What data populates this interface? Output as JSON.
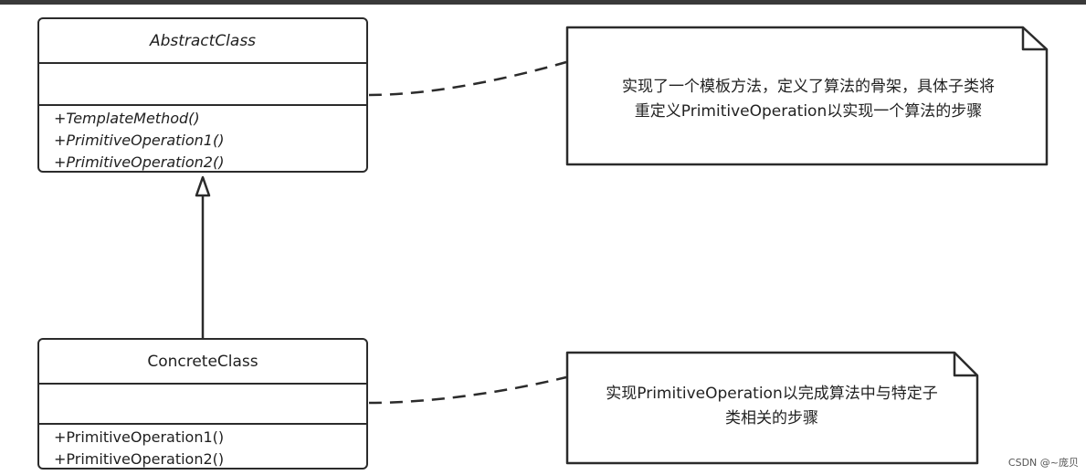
{
  "abstract_class": {
    "name": "AbstractClass",
    "operations": [
      "+TemplateMethod()",
      "+PrimitiveOperation1()",
      "+PrimitiveOperation2()"
    ]
  },
  "concrete_class": {
    "name": "ConcreteClass",
    "operations": [
      "+PrimitiveOperation1()",
      "+PrimitiveOperation2()"
    ]
  },
  "notes": {
    "note1": [
      "实现了一个模板方法，定义了算法的骨架，具体子类将",
      "重定义PrimitiveOperation以实现一个算法的步骤"
    ],
    "note2": [
      "实现PrimitiveOperation以完成算法中与特定子",
      "类相关的步骤"
    ]
  },
  "watermark": "CSDN @~庞贝"
}
